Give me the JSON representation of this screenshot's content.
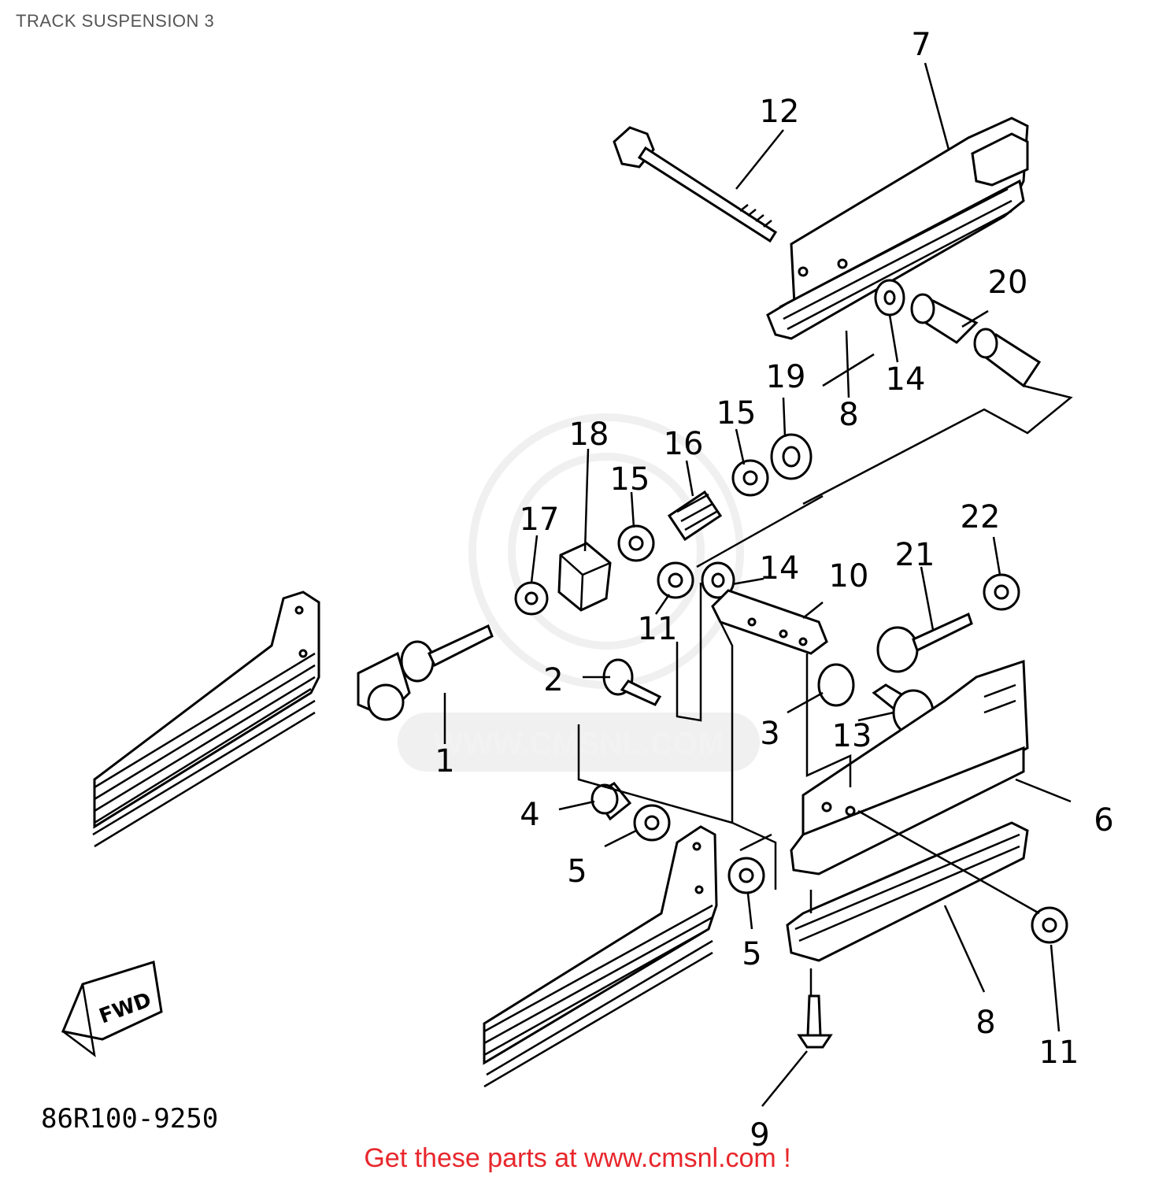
{
  "header": {
    "title": "TRACK SUSPENSION 3"
  },
  "diagram": {
    "callouts": [
      "1",
      "2",
      "3",
      "4",
      "5",
      "5",
      "6",
      "7",
      "8",
      "8",
      "9",
      "10",
      "11",
      "11",
      "12",
      "13",
      "14",
      "14",
      "15",
      "15",
      "16",
      "17",
      "18",
      "19",
      "20",
      "21",
      "22"
    ],
    "drawing_code": "86R100-9250",
    "fwd_label": "FWD"
  },
  "watermark": {
    "text": "WWW.CMSNL.COM"
  },
  "footer": {
    "cta_text": "Get these parts at www.cmsnl.com !"
  },
  "colors": {
    "footer_text": "#e8262b",
    "title_text": "#555555",
    "line_art": "#000000",
    "watermark": "#f0f0f0"
  }
}
